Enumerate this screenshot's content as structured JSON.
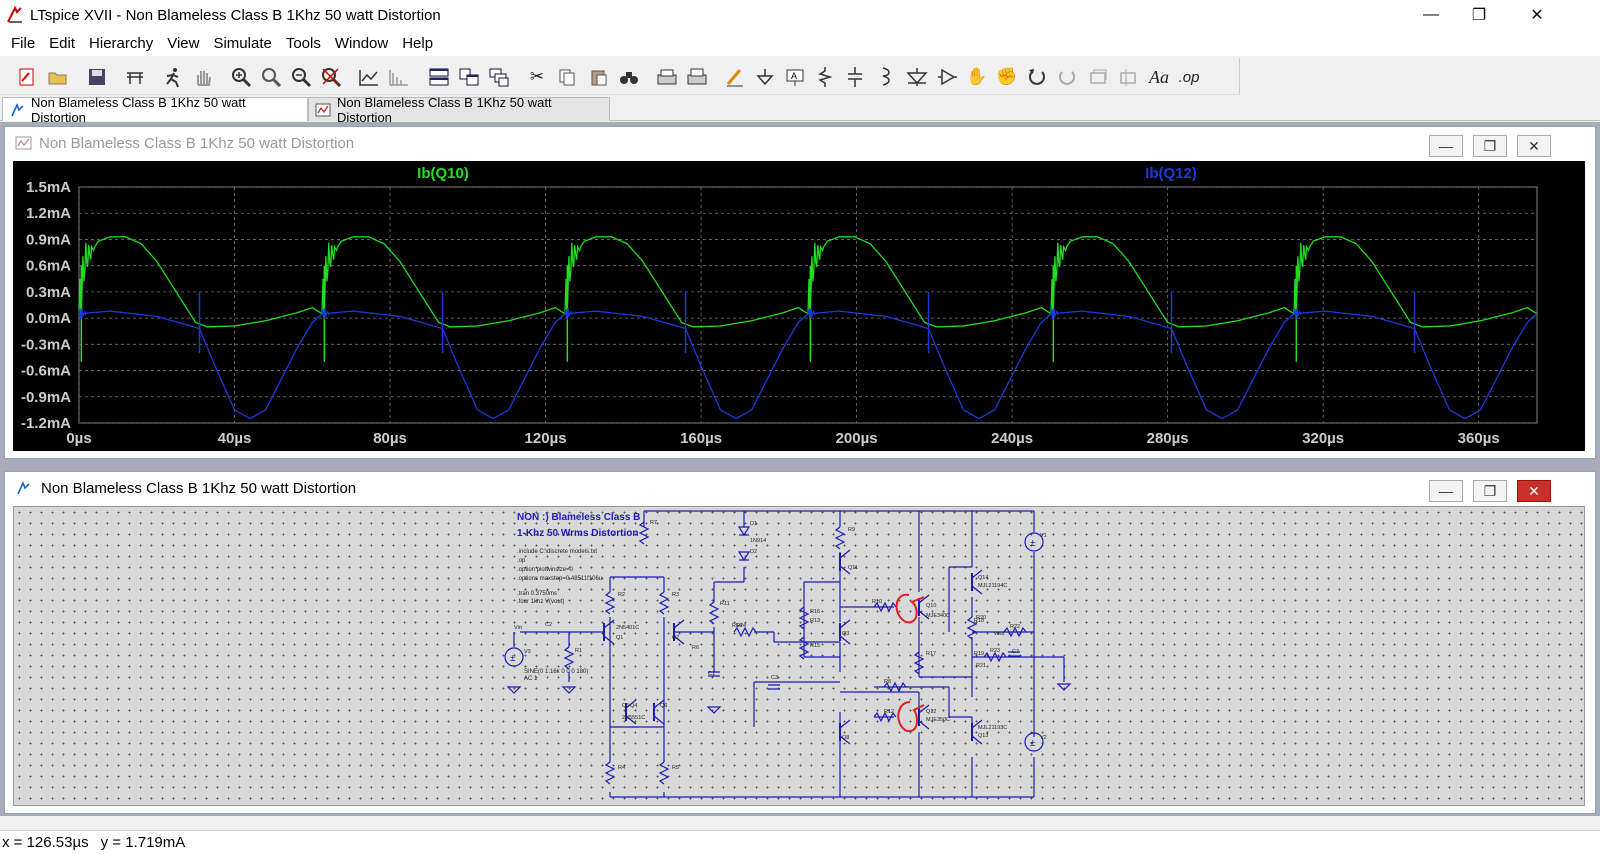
{
  "window": {
    "title": "LTspice XVII - Non Blameless Class B 1Khz 50 watt Distortion",
    "minimize_glyph": "—",
    "restore_glyph": "❐",
    "close_glyph": "✕"
  },
  "menu": [
    "File",
    "Edit",
    "Hierarchy",
    "View",
    "Simulate",
    "Tools",
    "Window",
    "Help"
  ],
  "toolbar": {
    "icons": [
      "new-schematic-icon",
      "open-icon",
      "save-icon",
      "control-panel-icon",
      "run-icon",
      "halt-icon",
      "zoom-in-icon",
      "zoom-box-icon",
      "zoom-out-icon",
      "zoom-fit-icon",
      "autorange-icon",
      "fft-icon",
      "tile-horizontal-icon",
      "tile-vertical-icon",
      "cascade-icon",
      "cut-icon",
      "copy-icon",
      "paste-icon",
      "find-icon",
      "print-preview-icon",
      "print-icon",
      "wire-icon",
      "ground-icon",
      "label-icon",
      "resistor-icon",
      "capacitor-icon",
      "inductor-icon",
      "diode-icon",
      "component-icon",
      "move-icon",
      "drag-icon",
      "undo-icon",
      "redo-icon",
      "rotate-icon",
      "mirror-icon",
      "text-icon",
      "spice-directive-icon"
    ],
    "text_glyph": "Aa",
    "op_glyph": ".op"
  },
  "tabs": [
    {
      "label": "Non Blameless Class B 1Khz 50 watt Distortion",
      "type": "schematic",
      "active": true
    },
    {
      "label": "Non Blameless Class B 1Khz 50 watt Distortion",
      "type": "waveform",
      "active": false
    }
  ],
  "plot_window": {
    "title": "Non Blameless Class B 1Khz 50 watt Distortion"
  },
  "schematic_window": {
    "title": "Non Blameless Class B 1Khz 50 watt Distortion",
    "heading1": "NON :) Blameless Class B",
    "heading2": "1-Khz 50 Wrms Distortion",
    "directives": [
      ".include C:\\discrete models.txt",
      ".op",
      ".option plotwinsize=0",
      ".options maxstep=0.48511f106u",
      ".tran 0.3750ms",
      ".four 1khz V(vout)"
    ],
    "source_text": [
      "SINE(0 1.16k 0 0 0 180)",
      "AC 1"
    ],
    "labels": [
      "Vin",
      "V3",
      "R1",
      "R2",
      "R3",
      "R4",
      "R5",
      "R6",
      "R7",
      "R8",
      "R9",
      "R10",
      "R11",
      "R12",
      "R13",
      "R14",
      "R15",
      "R16",
      "R17",
      "R18",
      "R19",
      "R20",
      "R21",
      "R22",
      "R23",
      "R24",
      "C1",
      "C2",
      "C3",
      "C7",
      "D1",
      "D2",
      "Q1",
      "Q2",
      "Q3",
      "Q4",
      "Q5",
      "Q6",
      "Q8",
      "Q10",
      "Q11",
      "Q12",
      "Q13",
      "Q14",
      "V1",
      "V2",
      "vout"
    ],
    "part_names": [
      "2N5401C",
      "2N5551C",
      "1N914",
      "MJE340C",
      "MJE350C",
      "MJL21194C",
      "MJL21193C"
    ]
  },
  "chart_data": {
    "type": "line",
    "title": "",
    "xlabel": "",
    "ylabel": "",
    "xlim": [
      0,
      375
    ],
    "ylim": [
      -1.2,
      1.5
    ],
    "x_ticks": [
      "0µs",
      "40µs",
      "80µs",
      "120µs",
      "160µs",
      "200µs",
      "240µs",
      "280µs",
      "320µs",
      "360µs"
    ],
    "x_tick_values": [
      0,
      40,
      80,
      120,
      160,
      200,
      240,
      280,
      320,
      360
    ],
    "y_ticks": [
      "1.5mA",
      "1.2mA",
      "0.9mA",
      "0.6mA",
      "0.3mA",
      "0.0mA",
      "-0.3mA",
      "-0.6mA",
      "-0.9mA",
      "-1.2mA"
    ],
    "y_tick_values": [
      1.5,
      1.2,
      0.9,
      0.6,
      0.3,
      0.0,
      -0.3,
      -0.6,
      -0.9,
      -1.2
    ],
    "grid": true,
    "period_us": 62.5,
    "series": [
      {
        "name": "Ib(Q10)",
        "color": "#22dd22",
        "shape_x": [
          0,
          1.5,
          5,
          8,
          12,
          16,
          20,
          25,
          30,
          33,
          40,
          48,
          56,
          60,
          62.5
        ],
        "shape_y": [
          0.05,
          0.65,
          0.88,
          0.93,
          0.93,
          0.85,
          0.65,
          0.3,
          -0.05,
          -0.1,
          -0.09,
          -0.03,
          0.06,
          0.12,
          0.05
        ]
      },
      {
        "name": "Ib(Q12)",
        "color": "#1a3ad8",
        "shape_x": [
          0,
          8,
          20,
          28,
          31,
          35,
          40,
          44,
          48,
          52,
          56,
          60,
          62.5
        ],
        "shape_y": [
          0.05,
          0.08,
          0.02,
          -0.08,
          -0.12,
          -0.55,
          -1.05,
          -1.15,
          -1.05,
          -0.7,
          -0.35,
          -0.05,
          0.05
        ]
      }
    ]
  },
  "status": {
    "x_readout": "x = 126.53µs",
    "y_readout": "y = 1.719mA"
  }
}
